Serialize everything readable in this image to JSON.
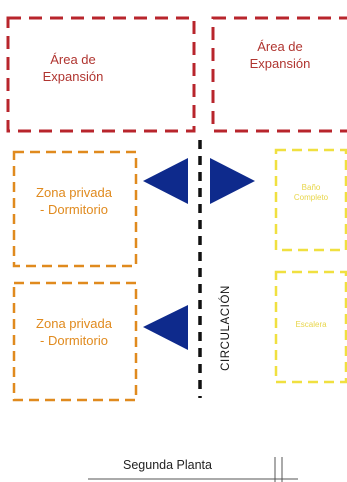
{
  "plan": {
    "title": "Segunda Planta",
    "circulation_label": "CIRCULACIÓN"
  },
  "zones": {
    "expansion_left": {
      "line1": "Área de",
      "line2": "Expansión"
    },
    "expansion_right": {
      "line1": "Área de",
      "line2": "Expansión"
    },
    "private_top": {
      "line1": "Zona privada",
      "line2": "- Dormitorio"
    },
    "private_bottom": {
      "line1": "Zona privada",
      "line2": "- Dormitorio"
    },
    "bathroom": {
      "line1": "Baño",
      "line2": "Completo"
    },
    "stairs": {
      "line1": "Escalera"
    }
  },
  "colors": {
    "expansion": "#b8252c",
    "private": "#e08a1e",
    "service": "#f0e040",
    "circulation": "#111111",
    "arrow": "#0e2a8c"
  }
}
